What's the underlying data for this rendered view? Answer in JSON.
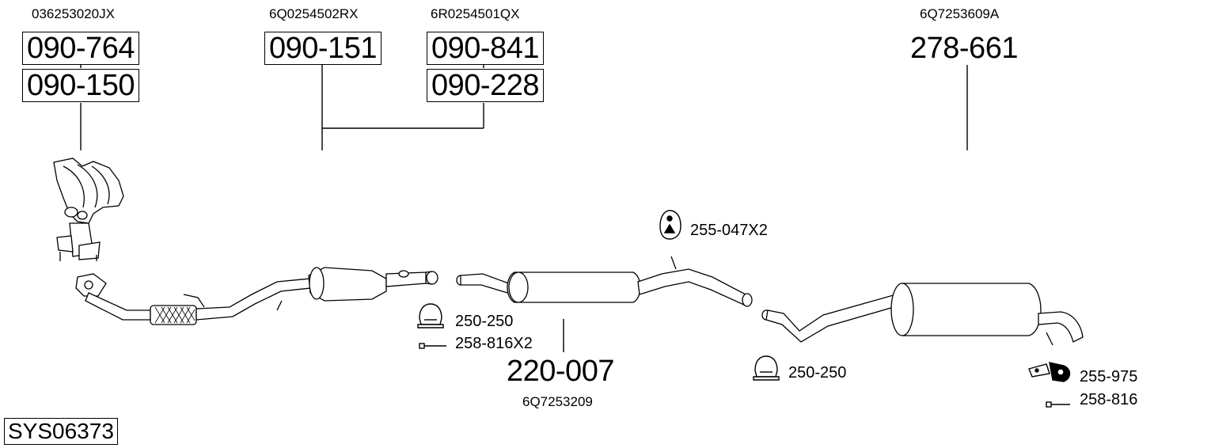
{
  "oem_numbers": {
    "manifold": "036253020JX",
    "front_pipe": "6Q0254502RX",
    "catalyst": "6R0254501QX",
    "center_silencer": "6Q7253209",
    "rear_silencer": "6Q7253609A"
  },
  "part_numbers": {
    "manifold_main": "090-764",
    "manifold_secondary": "090-150",
    "front_pipe": "090-151",
    "catalyst_main": "090-841",
    "catalyst_secondary": "090-228",
    "center_silencer": "220-007",
    "rear_silencer": "278-661"
  },
  "accessories": {
    "rubber_mount_center": "255-047X2",
    "clamp_front": "250-250",
    "bolt_front": "258-816X2",
    "clamp_rear": "250-250",
    "rubber_mount_rear": "255-975",
    "bolt_rear": "258-816"
  },
  "system_id": "SYS06373"
}
